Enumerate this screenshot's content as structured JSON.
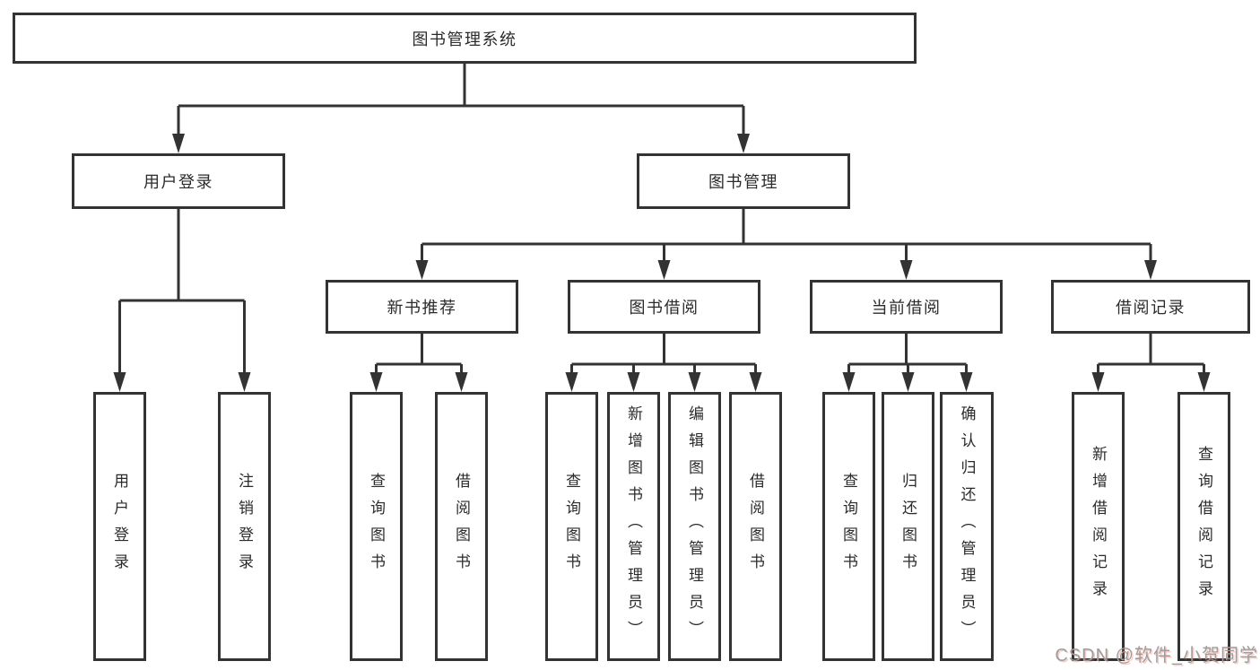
{
  "tree": {
    "root": "图书管理系统",
    "branches": [
      {
        "label": "用户登录",
        "children": [
          "用户登录",
          "注销登录"
        ]
      },
      {
        "label": "图书管理",
        "groups": [
          {
            "label": "新书推荐",
            "children": [
              "查询图书",
              "借阅图书"
            ]
          },
          {
            "label": "图书借阅",
            "children": [
              "查询图书",
              "新增图书（管理员）",
              "编辑图书（管理员）",
              "借阅图书"
            ]
          },
          {
            "label": "当前借阅",
            "children": [
              "查询图书",
              "归还图书",
              "确认归还（管理员）"
            ]
          },
          {
            "label": "借阅记录",
            "children": [
              "新增借阅记录",
              "查询借阅记录"
            ]
          }
        ]
      }
    ]
  },
  "watermark": {
    "text": "CSDN @软件_小贺同学"
  },
  "colors": {
    "line": "#333333",
    "box_border": "#333333",
    "text": "#2b2b2b",
    "background": "#ffffff",
    "watermark": "#9d9d9d"
  }
}
